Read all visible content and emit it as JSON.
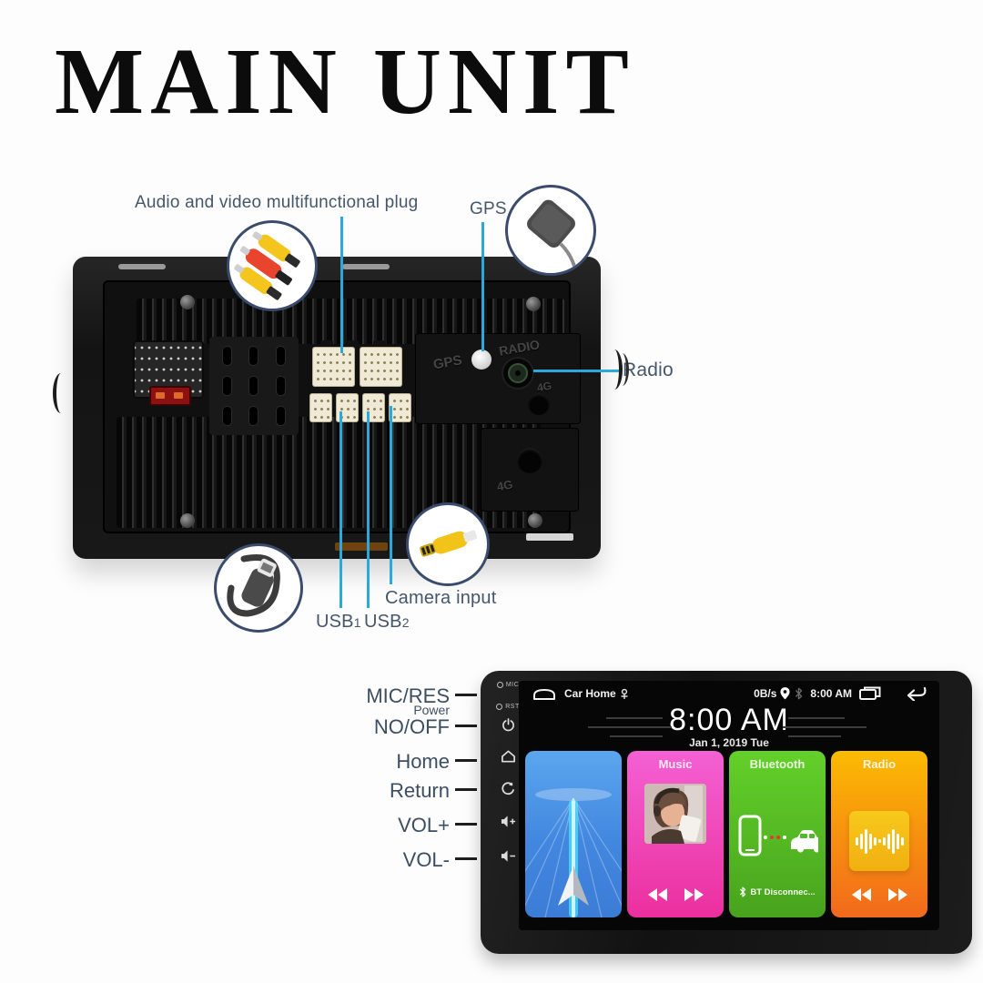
{
  "title": "MAIN UNIT",
  "colors": {
    "callout_line": "#2BA9DC",
    "label_text": "#46566B",
    "card_blue": "#4287DF",
    "card_pink": "#EC2F9E",
    "card_green": "#55C224",
    "card_orange": "#F6941A"
  },
  "back_view": {
    "av_plug_label": "Audio and video multifunctional plug",
    "gps_label": "GPS",
    "radio_label": "Radio",
    "camera_label": "Camera input",
    "usb1": {
      "prefix": "USB",
      "num": "1"
    },
    "usb2": {
      "prefix": "USB",
      "num": "2"
    },
    "embossed": {
      "gps": "GPS",
      "radio": "RADIO",
      "fourg_top": "4G",
      "fourg_bottom": "4G"
    }
  },
  "front_view": {
    "side_labels": {
      "mic_res": "MIC/RES",
      "power_small": "Power",
      "no_off": "NO/OFF",
      "home": "Home",
      "return": "Return",
      "vol_up": "VOL+",
      "vol_down": "VOL-"
    },
    "bezel": {
      "mic": "MIC",
      "rst": "RST"
    },
    "screen": {
      "status": {
        "app": "Car Home",
        "net": "0B/s",
        "time": "8:00 AM"
      },
      "clock": {
        "time": "8:00 AM",
        "date": "Jan 1, 2019  Tue"
      },
      "cards": {
        "music_title": "Music",
        "bluetooth_title": "Bluetooth",
        "radio_title": "Radio",
        "bt_status": "BT Disconnec..."
      }
    }
  }
}
